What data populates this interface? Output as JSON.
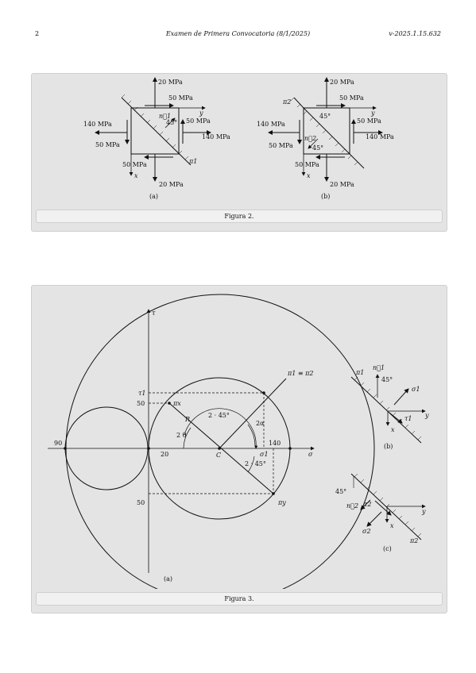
{
  "header": {
    "page_number": "2",
    "title": "Examen de Primera Convocatoria (8/1/2025)",
    "version": "v-2025.1.15.632"
  },
  "figure2": {
    "caption": "Figura 2.",
    "sub_a": "(a)",
    "sub_b": "(b)",
    "stress_20": "20 MPa",
    "stress_50": "50 MPa",
    "stress_140": "140 MPa",
    "axis_x": "x",
    "axis_y": "y",
    "plane_1": "π1",
    "plane_2": "π2",
    "normal_1": "n⃗1",
    "normal_2": "n⃗2",
    "angle": "45°"
  },
  "figure3": {
    "caption": "Figura 3.",
    "sub_a": "(a)",
    "sub_b": "(b)",
    "sub_c": "(c)",
    "axis_tau": "τ",
    "axis_sigma": "σ",
    "tick_90": "90",
    "tick_20": "20",
    "tick_140": "140",
    "tick_50_top": "50",
    "tick_50_bottom": "50",
    "label_tau1": "τ1",
    "label_pix": "πx",
    "label_piy": "πy",
    "label_R": "R",
    "label_C": "C",
    "label_2theta": "2 θ",
    "label_2alpha": "2α",
    "label_2x45_top": "2 · 45°",
    "label_2x45_bot": "2 · 45°",
    "label_sigma1": "σ1",
    "label_pi1_pi2": "π1 ≡ π2",
    "b_pi1": "π1",
    "b_n1": "n⃗1",
    "b_45": "45°",
    "b_sigma1": "σ1",
    "b_tau1": "τ1",
    "b_x": "x",
    "b_y": "y",
    "c_45": "45°",
    "c_n2": "n⃗2",
    "c_tau2": "τ2",
    "c_sigma2": "σ2",
    "c_x": "x",
    "c_y": "y",
    "c_pi2": "π2"
  }
}
